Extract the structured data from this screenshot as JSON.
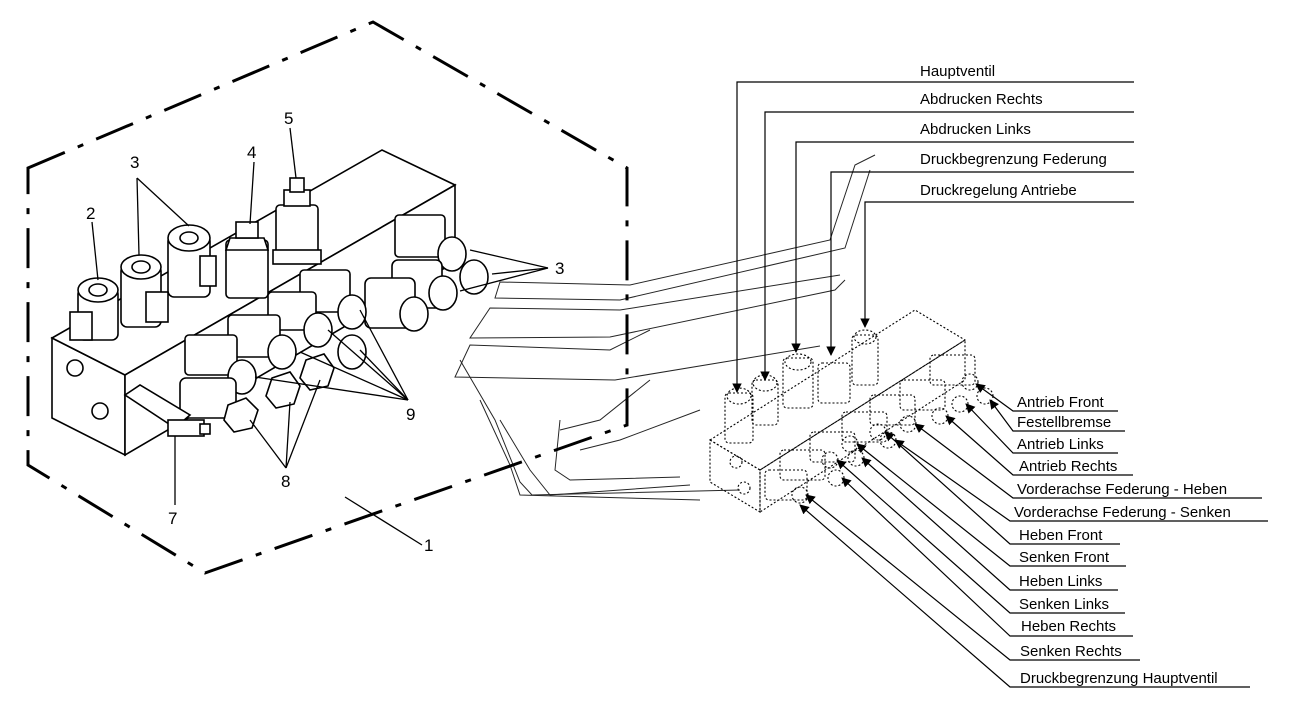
{
  "part_numbers": {
    "n1": "1",
    "n2": "2",
    "n3a": "3",
    "n3b": "3",
    "n4": "4",
    "n5": "5",
    "n7": "7",
    "n8": "8",
    "n9": "9"
  },
  "top_labels": [
    "Hauptventil",
    "Abdrucken Rechts",
    "Abdrucken Links",
    "Druckbegrenzung Federung",
    "Druckregelung Antriebe"
  ],
  "side_labels": [
    "Antrieb Front",
    "Festellbremse",
    "Antrieb Links",
    "Antrieb Rechts",
    "Vorderachse Federung - Heben",
    "Vorderachse Federung - Senken",
    "Heben Front",
    "Senken Front",
    "Heben Links",
    "Senken Links",
    "Heben Rechts",
    "Senken Rechts",
    "Druckbegrenzung Hauptventil"
  ]
}
